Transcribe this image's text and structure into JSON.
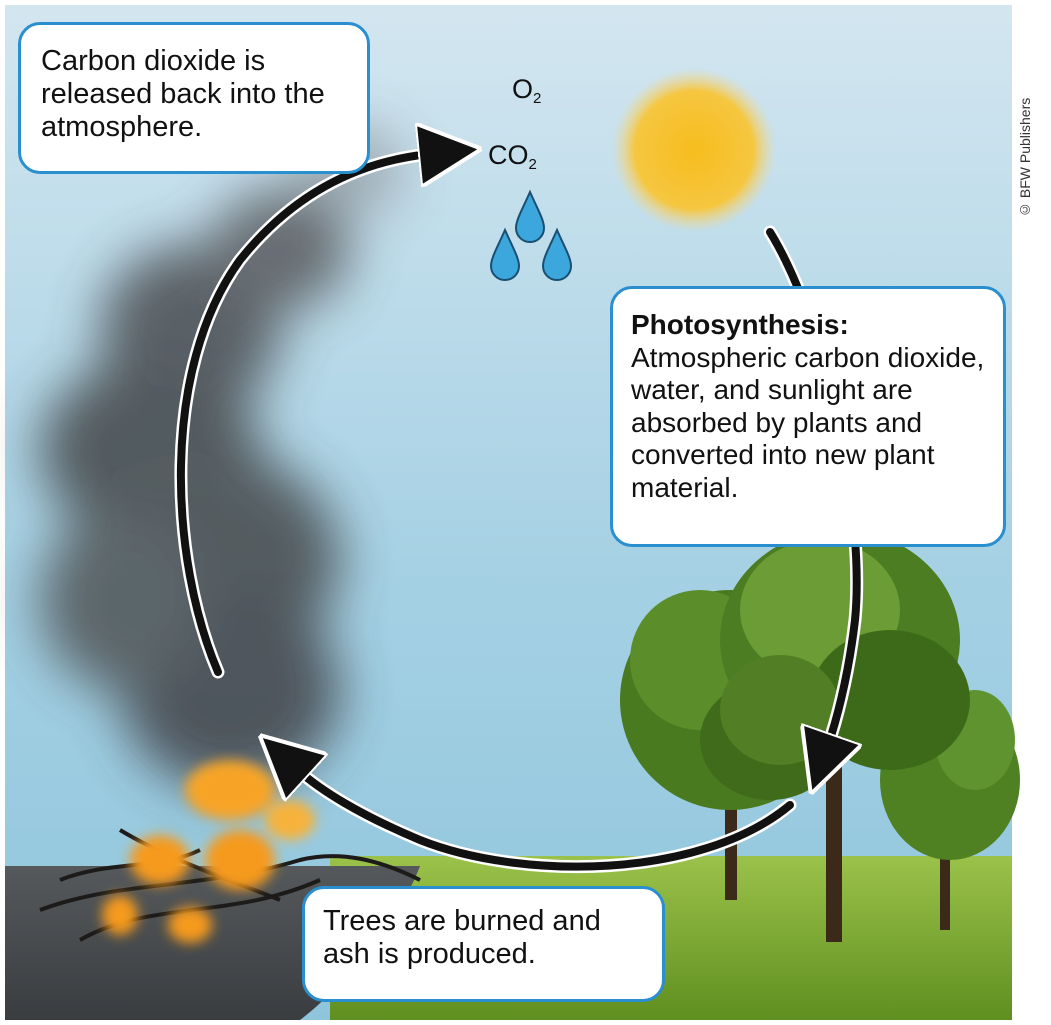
{
  "callouts": {
    "release": {
      "text": "Carbon dioxide is released back into the atmosphere."
    },
    "photosynthesis": {
      "title": "Photosynthesis:",
      "text": "Atmospheric carbon dioxide, water, and sunlight are absorbed by plants and converted into new plant material."
    },
    "burning": {
      "text": "Trees are burned and ash is produced."
    }
  },
  "molecules": {
    "oxygen": {
      "base": "O",
      "sub": "2"
    },
    "carbon_dioxide": {
      "base": "CO",
      "sub": "2"
    }
  },
  "credit": "© BFW Publishers",
  "colors": {
    "sky_top": "#cfe3ee",
    "sky_bottom": "#8ec4dc",
    "callout_border": "#2a8fcf",
    "water_drop": "#3ba7dc",
    "sun": "#f6b81f",
    "arrow": "#111111",
    "grass": "#7cae2f",
    "ash_ground": "#474b4f",
    "smoke": "#45474a",
    "tree_foliage": "#4f7f22",
    "flame": "#f59a1c"
  }
}
